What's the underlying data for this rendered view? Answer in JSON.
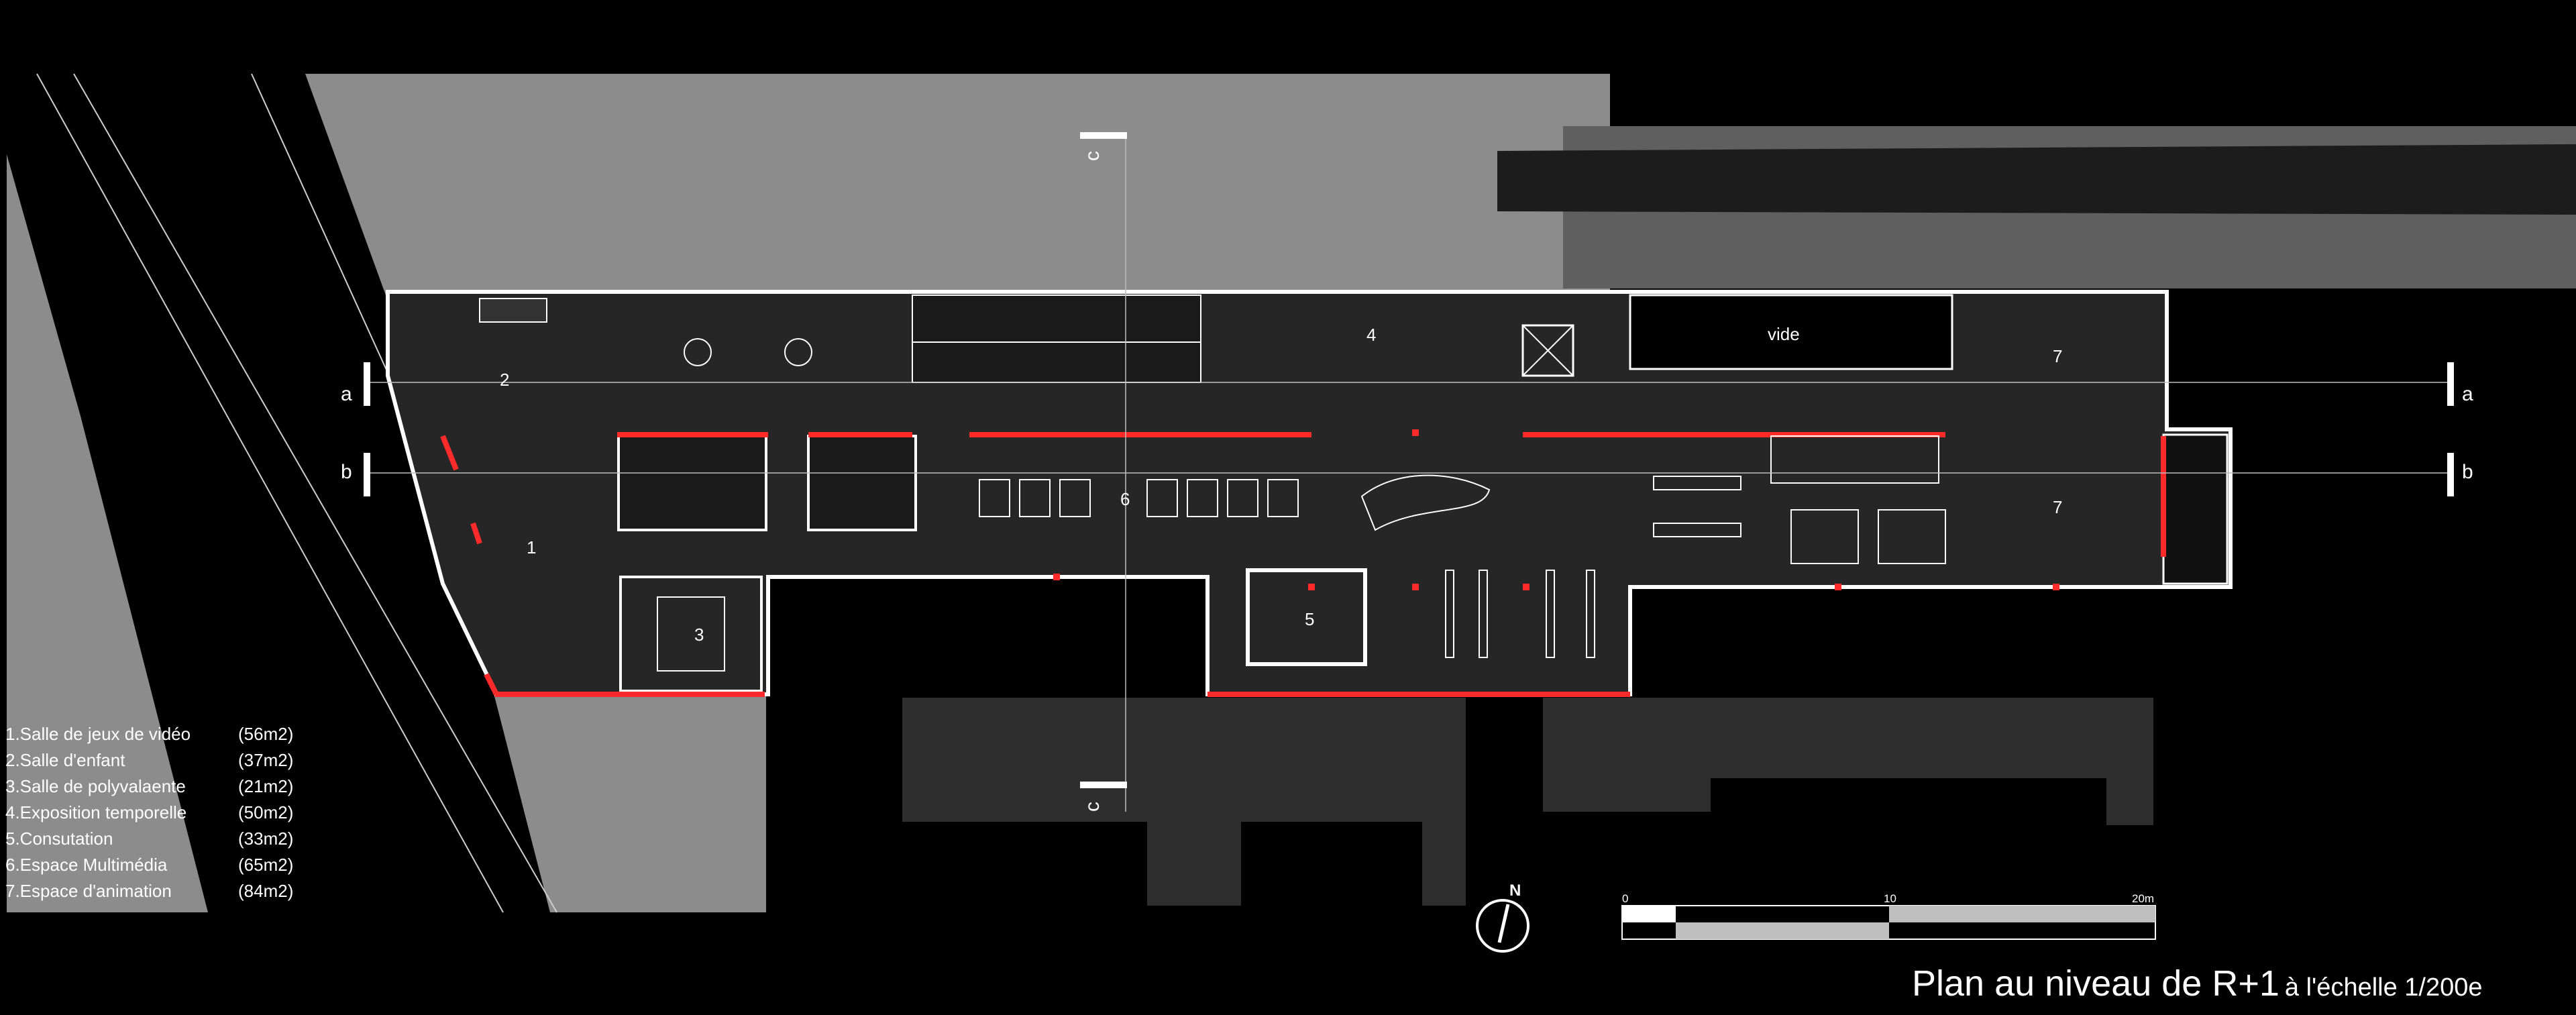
{
  "title": {
    "main": "Plan au niveau de R+1",
    "scale": "à l'échelle 1/200e"
  },
  "legend": [
    {
      "name": "1.Salle de jeux de vidéo",
      "area": "(56m2)"
    },
    {
      "name": "2.Salle d'enfant",
      "area": "(37m2)"
    },
    {
      "name": "3.Salle de polyvalaente",
      "area": "(21m2)"
    },
    {
      "name": "4.Exposition temporelle",
      "area": "(50m2)"
    },
    {
      "name": "5.Consutation",
      "area": "(33m2)"
    },
    {
      "name": "6.Espace Multimédia",
      "area": "(65m2)"
    },
    {
      "name": "7.Espace d'animation",
      "area": "(84m2)"
    }
  ],
  "room_numbers": [
    "1",
    "2",
    "3",
    "4",
    "5",
    "6",
    "7",
    "7"
  ],
  "void_label": "vide",
  "section_marks": {
    "a": "a",
    "b": "b",
    "c": "c"
  },
  "north_label": "N",
  "scale_bar": {
    "ticks": [
      "0",
      "10",
      "20m"
    ]
  },
  "colors": {
    "background": "#000000",
    "surroundings": "#8c8c8c",
    "neighbor_dark": "#2b2b2b",
    "floor": "#262626",
    "walls": "#ffffff",
    "structure_red": "#ff2a2a"
  }
}
